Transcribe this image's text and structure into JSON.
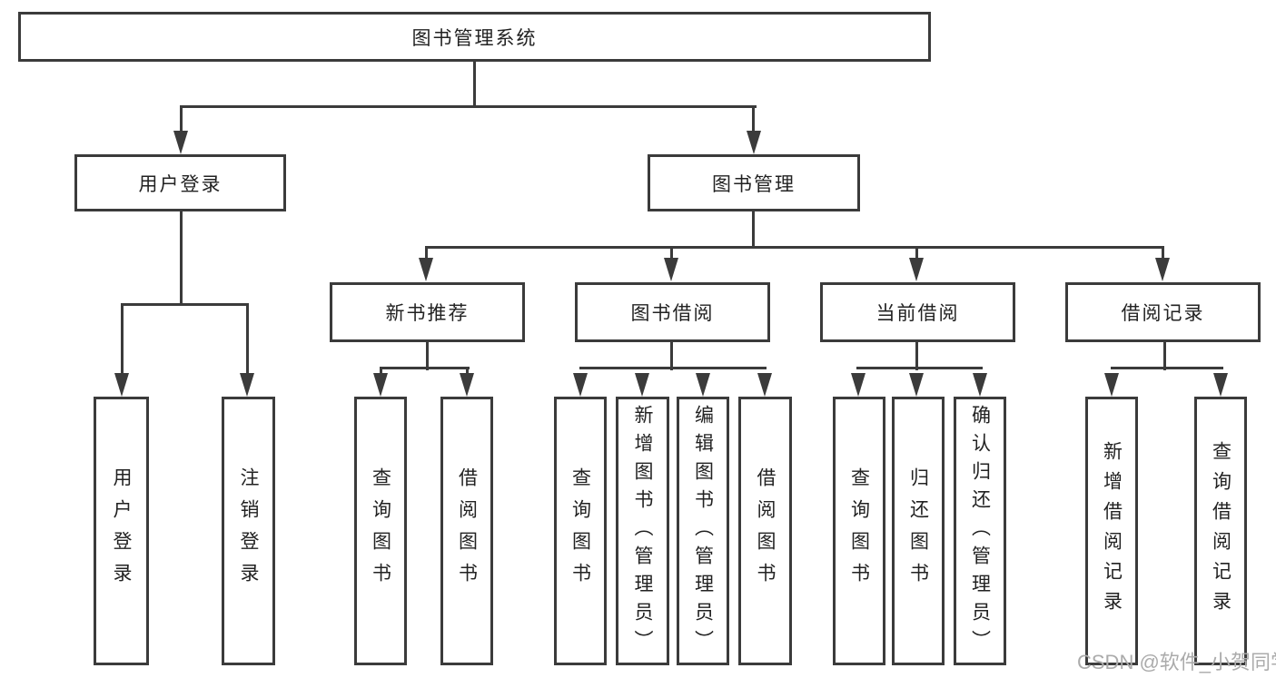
{
  "diagram": {
    "title": "图书管理系统",
    "level2": [
      {
        "label": "用户登录"
      },
      {
        "label": "图书管理"
      }
    ],
    "level3": [
      {
        "label": "新书推荐"
      },
      {
        "label": "图书借阅"
      },
      {
        "label": "当前借阅"
      },
      {
        "label": "借阅记录"
      }
    ],
    "leaves": {
      "login": [
        "用户登录",
        "注销登录"
      ],
      "new_books": [
        "查询图书",
        "借阅图书"
      ],
      "borrowing": [
        "查询图书",
        "新增图书（管理员）",
        "编辑图书（管理员）",
        "借阅图书"
      ],
      "current": [
        "查询图书",
        "归还图书",
        "确认归还（管理员）"
      ],
      "records": [
        "新增借阅记录",
        "查询借阅记录"
      ]
    },
    "watermark": "CSDN @软件_小贺同学"
  },
  "colors": {
    "line": "#3b3b3b",
    "text": "#222222",
    "watermark": "#ababab",
    "background": "#ffffff"
  }
}
